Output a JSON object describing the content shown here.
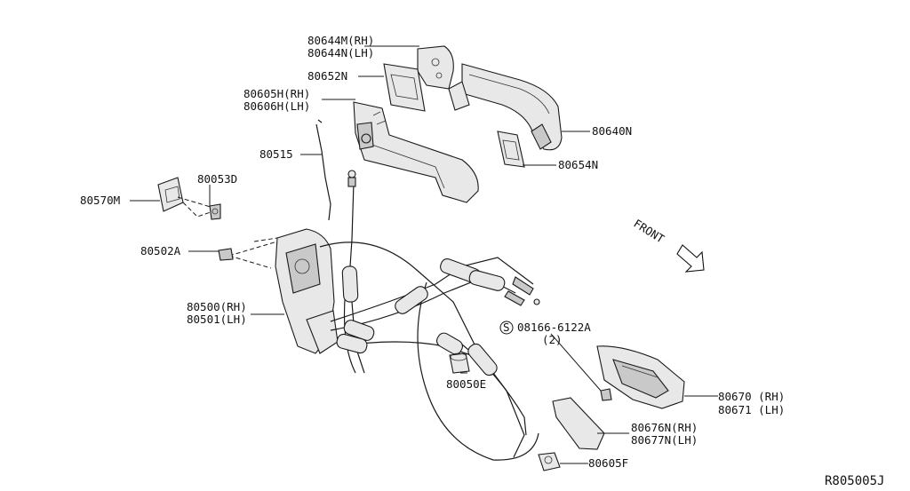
{
  "labels": {
    "p80644": [
      "80644M(RH)",
      "80644N(LH)"
    ],
    "p80652N": "80652N",
    "p80605H": [
      "80605H(RH)",
      "80606H(LH)"
    ],
    "p80640N": "80640N",
    "p80654N": "80654N",
    "p80515": "80515",
    "p80053D": "80053D",
    "p80570M": "80570M",
    "p80502A": "80502A",
    "p80500": [
      "80500(RH)",
      "80501(LH)"
    ],
    "p80050E": "80050E",
    "p08166_symbol": "S",
    "p08166": [
      "08166-6122A",
      "(2)"
    ],
    "p80670": [
      "80670 (RH)",
      "80671 (LH)"
    ],
    "p80676": [
      "80676N(RH)",
      "80677N(LH)"
    ],
    "p80605F": "80605F",
    "front": "FRONT",
    "figure_id": "R805005J"
  }
}
